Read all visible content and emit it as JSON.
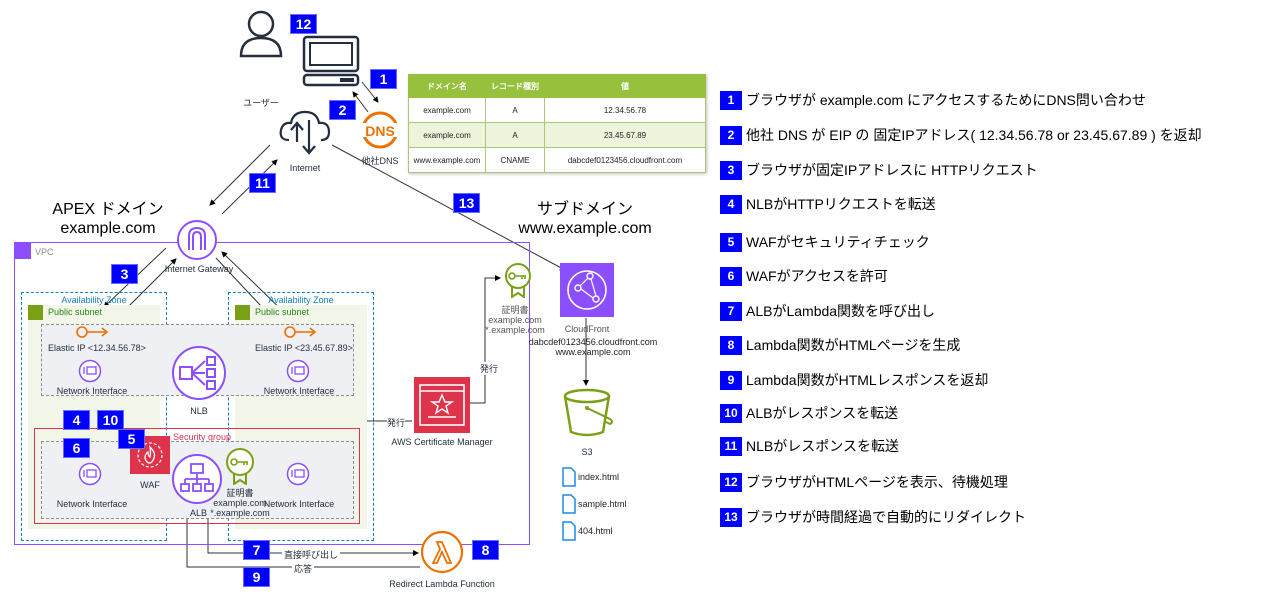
{
  "headings": {
    "apex_title": "APEX ドメイン",
    "apex_domain": "example.com",
    "sub_title": "サブドメイン",
    "sub_domain": "www.example.com"
  },
  "nodes": {
    "user": "ユーザー",
    "internet": "Internet",
    "dns": "他社DNS",
    "igw": "Internet Gateway",
    "vpc": "VPC",
    "az": "Availability Zone",
    "subnet": "Public subnet",
    "eip_left": "Elastic IP <12.34.56.78>",
    "eip_right": "Elastic IP <23.45.67.89>",
    "eni": "Network Interface",
    "nlb": "NLB",
    "alb": "ALB",
    "waf": "WAF",
    "sg": "Security group",
    "cert_label": "証明書",
    "cert_domain1": "example.com",
    "cert_domain2": "*.example.com",
    "acm": "AWS Certificate Manager",
    "issue": "発行",
    "cloudfront": "CloudFront",
    "cloudfront_domain": "dabcdef0123456.cloudfront.com",
    "cloudfront_alias": "www.example.com",
    "s3": "S3",
    "files": [
      "index.html",
      "sample.html",
      "404.html"
    ],
    "lambda": "Redirect Lambda Function",
    "invoke": "直接呼び出し",
    "response": "応答"
  },
  "dns_table": {
    "headers": [
      "ドメイン名",
      "レコード種別",
      "値"
    ],
    "rows": [
      [
        "example.com",
        "A",
        "12.34.56.78"
      ],
      [
        "example.com",
        "A",
        "23.45.67.89"
      ],
      [
        "www.example.com",
        "CNAME",
        "dabcdef0123456.cloudfront.com"
      ]
    ]
  },
  "badges": [
    "1",
    "2",
    "3",
    "4",
    "5",
    "6",
    "7",
    "8",
    "9",
    "10",
    "11",
    "12",
    "13"
  ],
  "steps": [
    {
      "num": "1",
      "text": "ブラウザが example.com にアクセスするためにDNS問い合わせ"
    },
    {
      "num": "2",
      "text": "他社 DNS が EIP の 固定IPアドレス( 12.34.56.78 or 23.45.67.89 ) を返却"
    },
    {
      "num": "3",
      "text": "ブラウザが固定IPアドレスに HTTPリクエスト"
    },
    {
      "num": "4",
      "text": "NLBがHTTPリクエストを転送"
    },
    {
      "num": "5",
      "text": "WAFがセキュリティチェック"
    },
    {
      "num": "6",
      "text": "WAFがアクセスを許可"
    },
    {
      "num": "7",
      "text": "ALBがLambda関数を呼び出し"
    },
    {
      "num": "8",
      "text": "Lambda関数がHTMLページを生成"
    },
    {
      "num": "9",
      "text": "Lambda関数がHTMLレスポンスを返却"
    },
    {
      "num": "10",
      "text": "ALBがレスポンスを転送"
    },
    {
      "num": "11",
      "text": "NLBがレスポンスを転送"
    },
    {
      "num": "12",
      "text": "ブラウザがHTMLページを表示、待機処理"
    },
    {
      "num": "13",
      "text": "ブラウザが時間経過で自動的にリダイレクト"
    }
  ],
  "colors": {
    "badge": "#0000ff",
    "vpc": "#8c4fff",
    "az": "#147eba",
    "subnet": "#7aa116",
    "security_group": "#dd344c",
    "dns_orange": "#ed7100",
    "table_header": "#97c03d"
  }
}
